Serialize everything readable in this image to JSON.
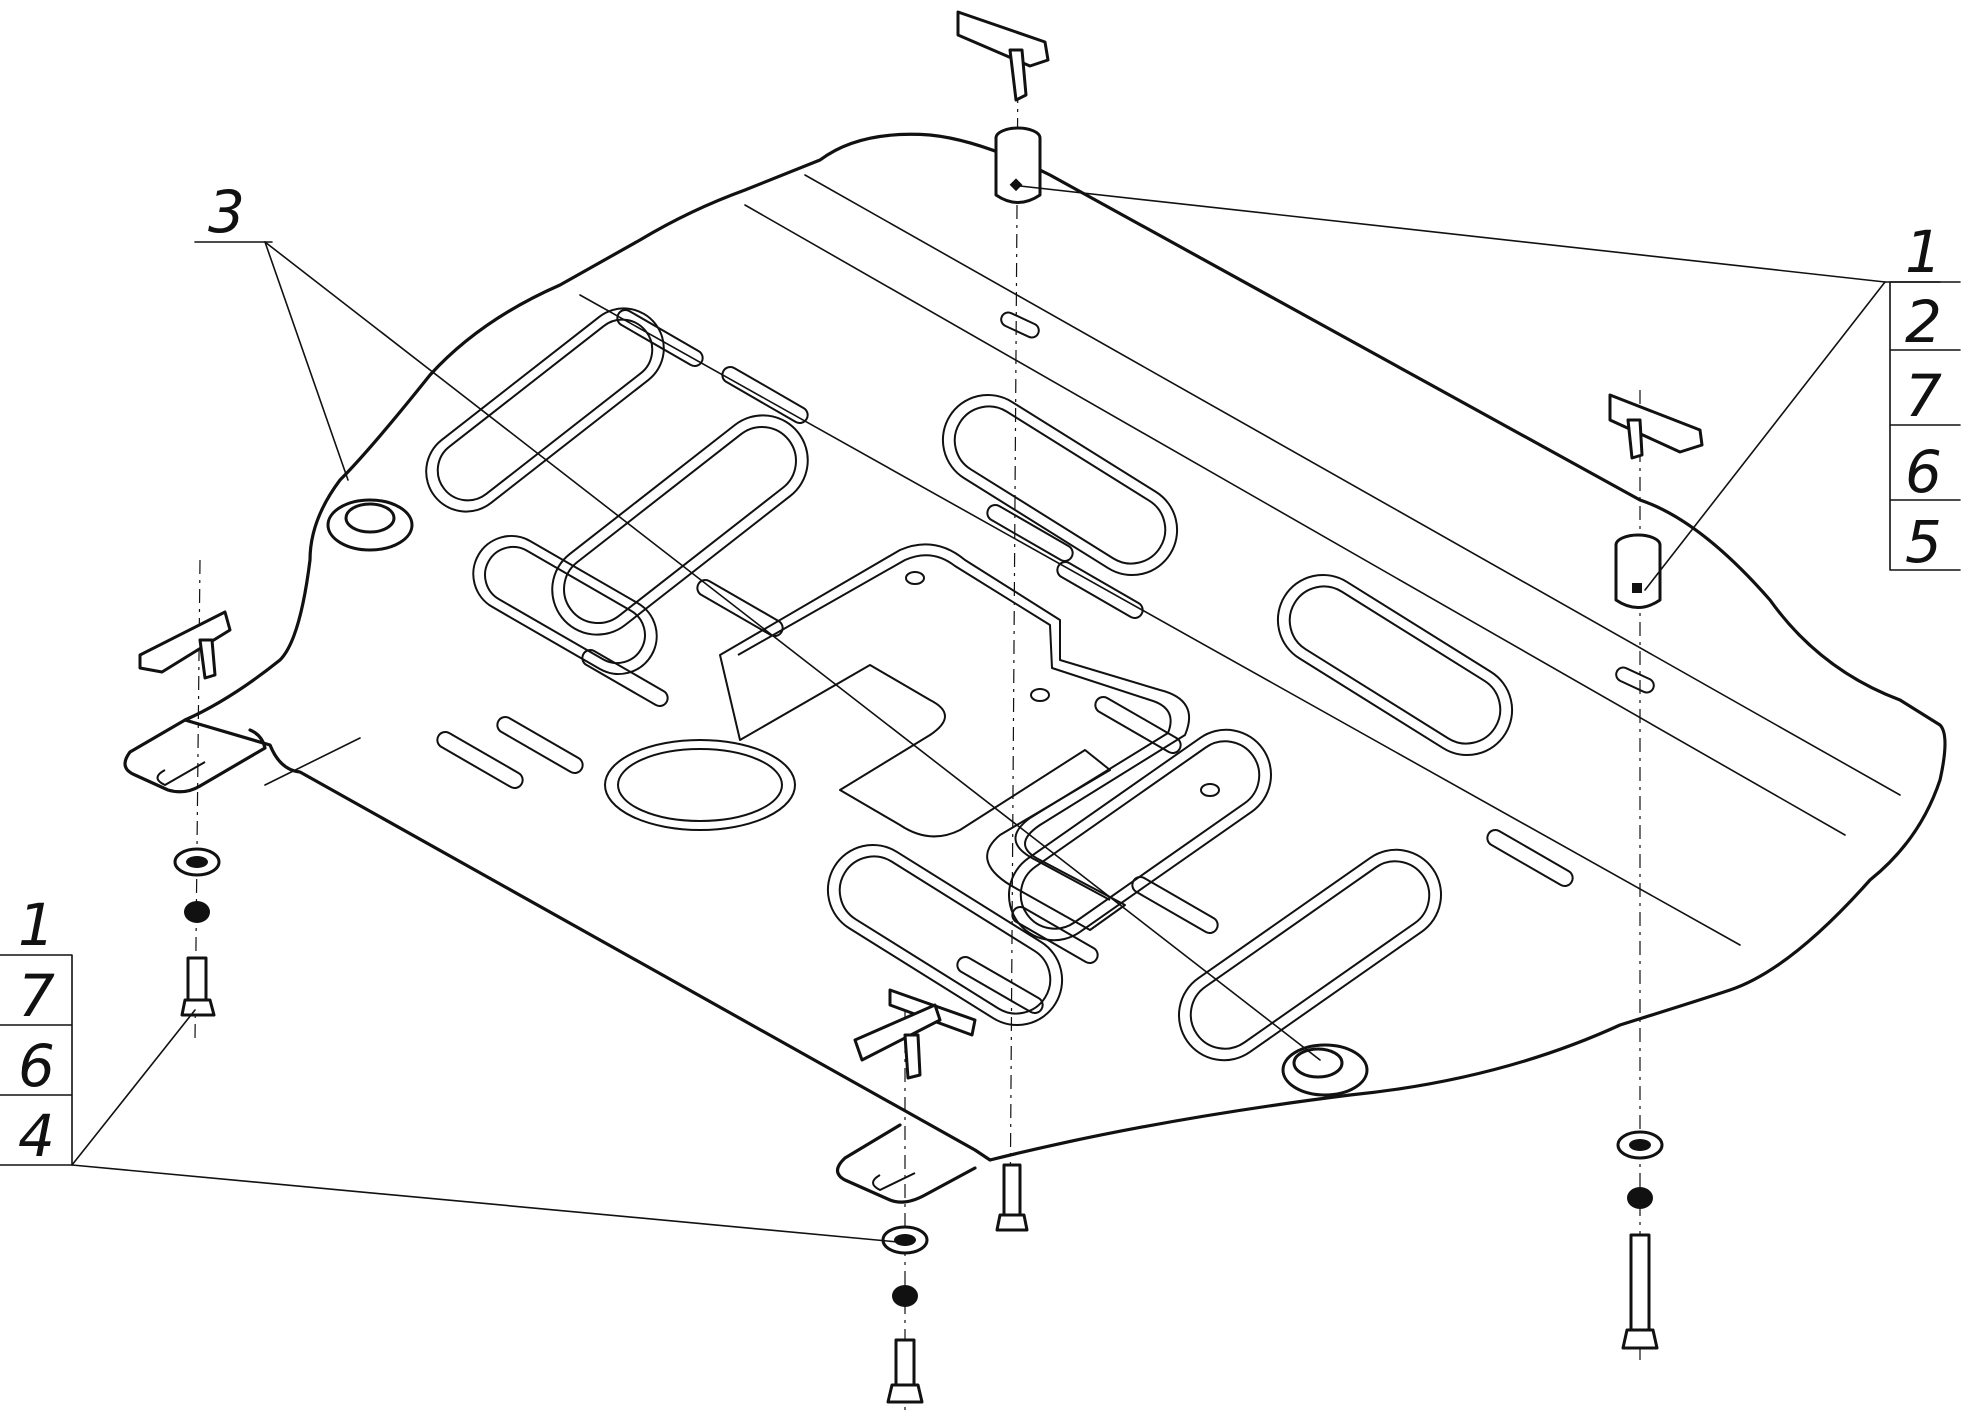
{
  "callouts": {
    "left_stack": [
      "1",
      "7",
      "6",
      "4"
    ],
    "right_stack": [
      "1",
      "2",
      "7",
      "6",
      "5"
    ],
    "single": "3"
  }
}
